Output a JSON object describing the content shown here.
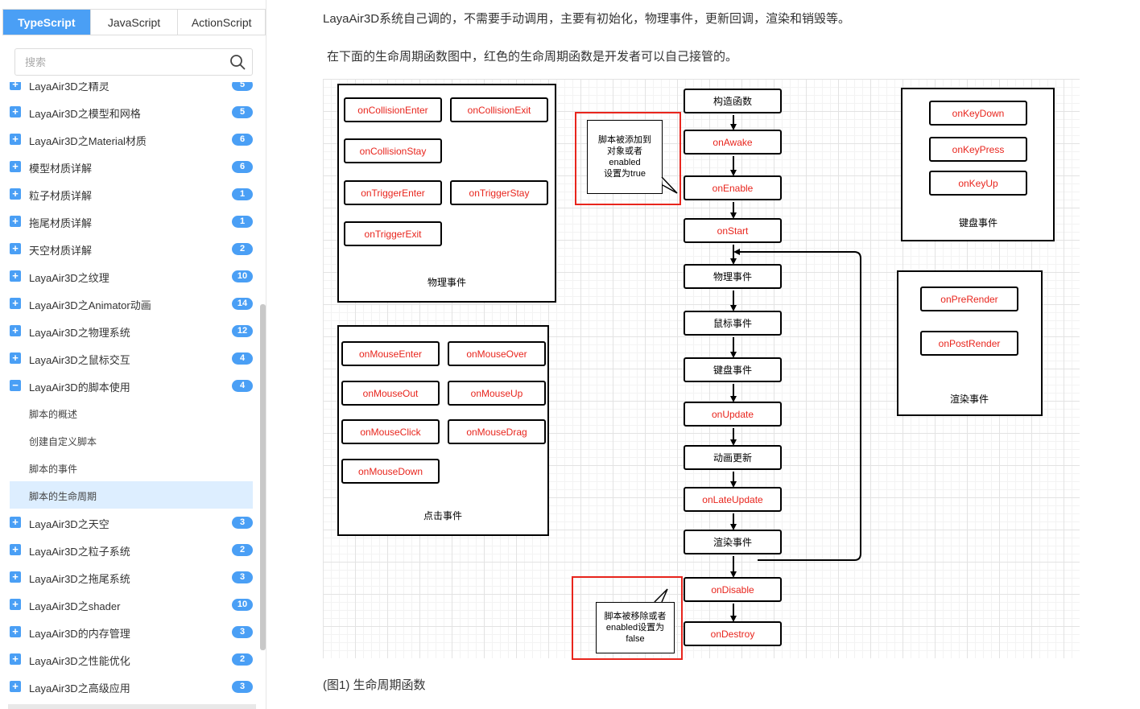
{
  "sidebar": {
    "tabs": [
      "TypeScript",
      "JavaScript",
      "ActionScript"
    ],
    "active_tab": "TypeScript",
    "search_placeholder": "搜索",
    "items": [
      {
        "type": "section",
        "label": "LayaAir3D之精灵",
        "badge": "5"
      },
      {
        "type": "section",
        "label": "LayaAir3D之模型和网格",
        "badge": "5"
      },
      {
        "type": "section",
        "label": "LayaAir3D之Material材质",
        "badge": "6"
      },
      {
        "type": "section",
        "label": "模型材质详解",
        "badge": "6"
      },
      {
        "type": "section",
        "label": "粒子材质详解",
        "badge": "1"
      },
      {
        "type": "section",
        "label": "拖尾材质详解",
        "badge": "1"
      },
      {
        "type": "section",
        "label": "天空材质详解",
        "badge": "2"
      },
      {
        "type": "section",
        "label": "LayaAir3D之纹理",
        "badge": "10"
      },
      {
        "type": "section",
        "label": "LayaAir3D之Animator动画",
        "badge": "14"
      },
      {
        "type": "section",
        "label": "LayaAir3D之物理系统",
        "badge": "12"
      },
      {
        "type": "section",
        "label": "LayaAir3D之鼠标交互",
        "badge": "4"
      },
      {
        "type": "section",
        "label": "LayaAir3D的脚本使用",
        "badge": "4",
        "expanded": true
      },
      {
        "type": "sub",
        "label": "脚本的概述"
      },
      {
        "type": "sub",
        "label": "创建自定义脚本"
      },
      {
        "type": "sub",
        "label": "脚本的事件"
      },
      {
        "type": "sub",
        "label": "脚本的生命周期",
        "selected": true
      },
      {
        "type": "section",
        "label": "LayaAir3D之天空",
        "badge": "3"
      },
      {
        "type": "section",
        "label": "LayaAir3D之粒子系统",
        "badge": "2"
      },
      {
        "type": "section",
        "label": "LayaAir3D之拖尾系统",
        "badge": "3"
      },
      {
        "type": "section",
        "label": "LayaAir3D之shader",
        "badge": "10"
      },
      {
        "type": "section",
        "label": "LayaAir3D的内存管理",
        "badge": "3"
      },
      {
        "type": "section",
        "label": "LayaAir3D之性能优化",
        "badge": "2"
      },
      {
        "type": "section",
        "label": "LayaAir3D之高级应用",
        "badge": "3"
      }
    ]
  },
  "main": {
    "para1": "LayaAir3D系统自己调的，不需要手动调用，主要有初始化，物理事件，更新回调，渲染和销毁等。",
    "para2": "在下面的生命周期函数图中，红色的生命周期函数是开发者可以自己接管的。",
    "caption": "(图1) 生命周期函数"
  },
  "diagram": {
    "physics": {
      "title": "物理事件",
      "nodes": [
        "onCollisionEnter",
        "onCollisionExit",
        "onCollisionStay",
        "onTriggerEnter",
        "onTriggerStay",
        "onTriggerExit"
      ]
    },
    "mouse": {
      "title": "点击事件",
      "nodes": [
        "onMouseEnter",
        "onMouseOver",
        "onMouseOut",
        "onMouseUp",
        "onMouseClick",
        "onMouseDrag",
        "onMouseDown"
      ]
    },
    "keyboard": {
      "title": "键盘事件",
      "nodes": [
        "onKeyDown",
        "onKeyPress",
        "onKeyUp"
      ]
    },
    "render": {
      "title": "渲染事件",
      "nodes": [
        "onPreRender",
        "onPostRender"
      ]
    },
    "flow": [
      "构造函数",
      "onAwake",
      "onEnable",
      "onStart",
      "物理事件",
      "鼠标事件",
      "键盘事件",
      "onUpdate",
      "动画更新",
      "onLateUpdate",
      "渲染事件",
      "onDisable",
      "onDestroy"
    ],
    "flow_red": [
      false,
      true,
      true,
      true,
      false,
      false,
      false,
      true,
      false,
      true,
      false,
      true,
      true
    ],
    "callout_add": [
      "脚本被添加到",
      "对象或者",
      "enabled",
      "设置为true"
    ],
    "callout_remove": [
      "脚本被移除或者",
      "enabled设置为",
      "false"
    ]
  }
}
